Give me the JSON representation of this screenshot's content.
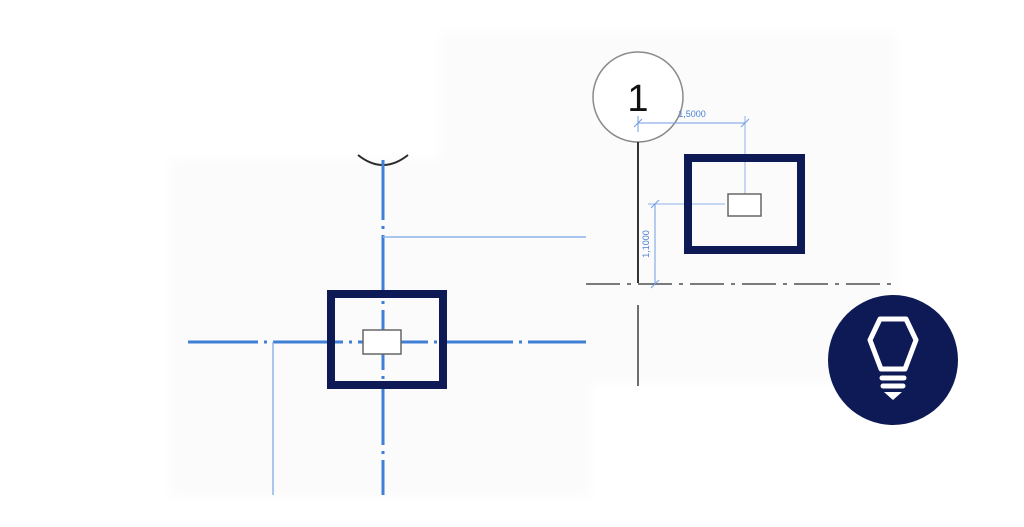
{
  "grid_bubble": {
    "label": "1"
  },
  "dimensions": {
    "horizontal": "1,5000",
    "vertical": "1,1000"
  },
  "colors": {
    "navy": "#0d1a56",
    "blue_line": "#3f7fd6",
    "light_blue": "#8fb3ea",
    "gray_line": "#7a7a7a",
    "dark_line": "#333333"
  },
  "icons": {
    "tip": "lightbulb-icon"
  }
}
